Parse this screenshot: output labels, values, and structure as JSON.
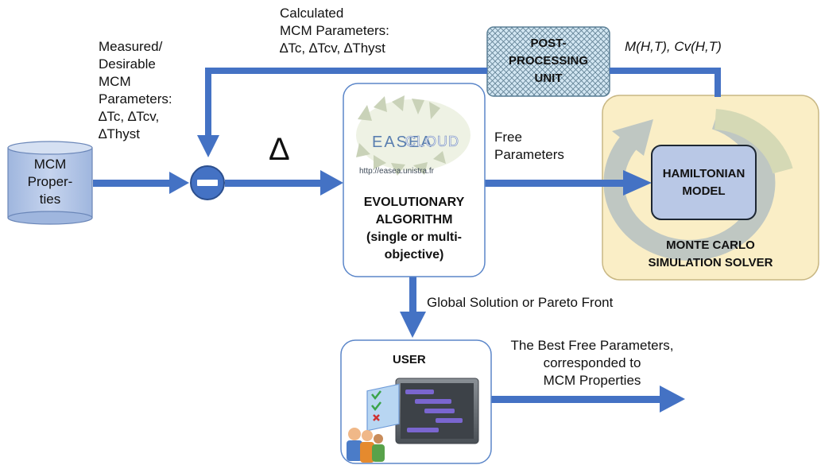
{
  "db": {
    "label": "MCM\nProper-\nties"
  },
  "measured": {
    "label": "Measured/\nDesirable\nMCM\nParameters:\n∆Tc, ∆Tcv,\n∆Thyst"
  },
  "calculated": {
    "label": "Calculated\nMCM Parameters:\n∆Tc, ∆Tcv, ∆Thyst"
  },
  "postproc": {
    "label": "POST-\nPROCESSING\nUNIT"
  },
  "mh": {
    "label": "M(H,T), Cv(H,T)"
  },
  "delta": {
    "label": "Δ"
  },
  "easea": {
    "logo_top": "EASEA",
    "logo_bottom": "CLOUD",
    "url": "http://easea.unistra.fr",
    "label": "EVOLUTIONARY\nALGORITHM\n(single or multi-\nobjective)"
  },
  "free": {
    "label": "Free\nParameters"
  },
  "hamiltonian": {
    "label": "HAMILTONIAN\nMODEL"
  },
  "montecarlo": {
    "label": "MONTE CARLO\nSIMULATION SOLVER"
  },
  "global": {
    "label": "Global Solution or Pareto Front"
  },
  "user": {
    "label": "USER"
  },
  "best": {
    "label": "The Best Free Parameters,\ncorresponded to\nMCM Properties"
  },
  "colors": {
    "arrow": "#4472c4",
    "box_border": "#5b86c9",
    "mc_fill": "#faeec6",
    "ham_fill": "#b9c8e6",
    "pp_fill": "#cfe2ef"
  }
}
